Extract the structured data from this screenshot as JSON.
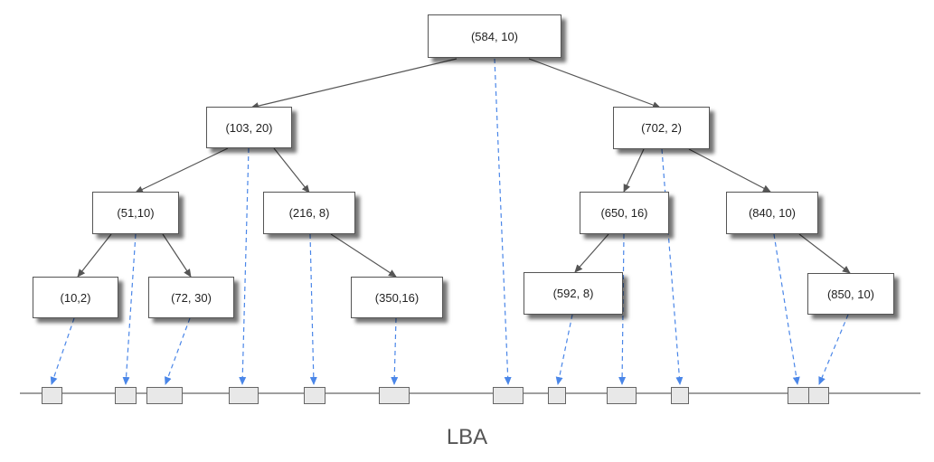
{
  "diagram": {
    "axis_label": "LBA",
    "colors": {
      "tree_edge": "#555555",
      "pointer_edge": "#4a86e8",
      "block_fill": "#e8e8e8",
      "axis_line": "#666666"
    },
    "nodes": {
      "root": "(584, 10)",
      "n103": "(103, 20)",
      "n702": "(702, 2)",
      "n51": "(51,10)",
      "n216": "(216, 8)",
      "n650": "(650, 16)",
      "n840": "(840, 10)",
      "n10": "(10,2)",
      "n72": "(72, 30)",
      "n350": "(350,16)",
      "n592": "(592, 8)",
      "n850": "(850, 10)"
    }
  }
}
